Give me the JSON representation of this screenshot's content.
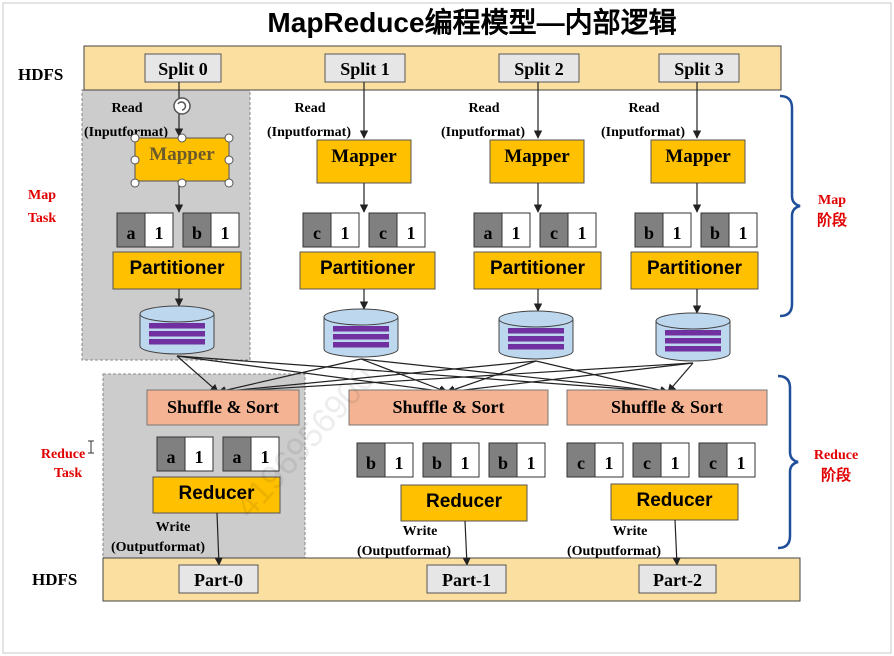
{
  "title": "MapReduce编程模型—内部逻辑",
  "hdfs_label": "HDFS",
  "splits": [
    "Split 0",
    "Split 1",
    "Split 2",
    "Split 3"
  ],
  "read_label": "Read",
  "inputformat_label": "(Inputformat)",
  "mapper_label": "Mapper",
  "partitioner_label": "Partitioner",
  "map_kv": [
    [
      [
        "a",
        "1"
      ],
      [
        "b",
        "1"
      ]
    ],
    [
      [
        "c",
        "1"
      ],
      [
        "c",
        "1"
      ]
    ],
    [
      [
        "a",
        "1"
      ],
      [
        "c",
        "1"
      ]
    ],
    [
      [
        "b",
        "1"
      ],
      [
        "b",
        "1"
      ]
    ]
  ],
  "map_task_label": [
    "Map",
    "Task"
  ],
  "map_phase_label": [
    "Map",
    "阶段"
  ],
  "shuffle_label": "Shuffle & Sort",
  "reduce_kv": [
    [
      [
        "a",
        "1"
      ],
      [
        "a",
        "1"
      ]
    ],
    [
      [
        "b",
        "1"
      ],
      [
        "b",
        "1"
      ],
      [
        "b",
        "1"
      ]
    ],
    [
      [
        "c",
        "1"
      ],
      [
        "c",
        "1"
      ],
      [
        "c",
        "1"
      ]
    ]
  ],
  "reducer_label": "Reducer",
  "write_label": "Write",
  "outputformat_label": "(Outputformat)",
  "parts": [
    "Part-0",
    "Part-1",
    "Part-2"
  ],
  "reduce_task_label": [
    "Reduce",
    "Task"
  ],
  "reduce_phase_label": [
    "Reduce",
    "阶段"
  ],
  "watermark": "4196956900",
  "colors": {
    "hdfs_bar": "#FADFA0",
    "split_box": "#E6E6E6",
    "orange": "#FFC000",
    "shuffle": "#F4B393",
    "key_gray": "#808080",
    "stripe": "#7030A0",
    "disk": "#BDD7EE",
    "task_gray": "#CCCCCC",
    "red": "#E00000",
    "brace": "#1F4E9A"
  }
}
